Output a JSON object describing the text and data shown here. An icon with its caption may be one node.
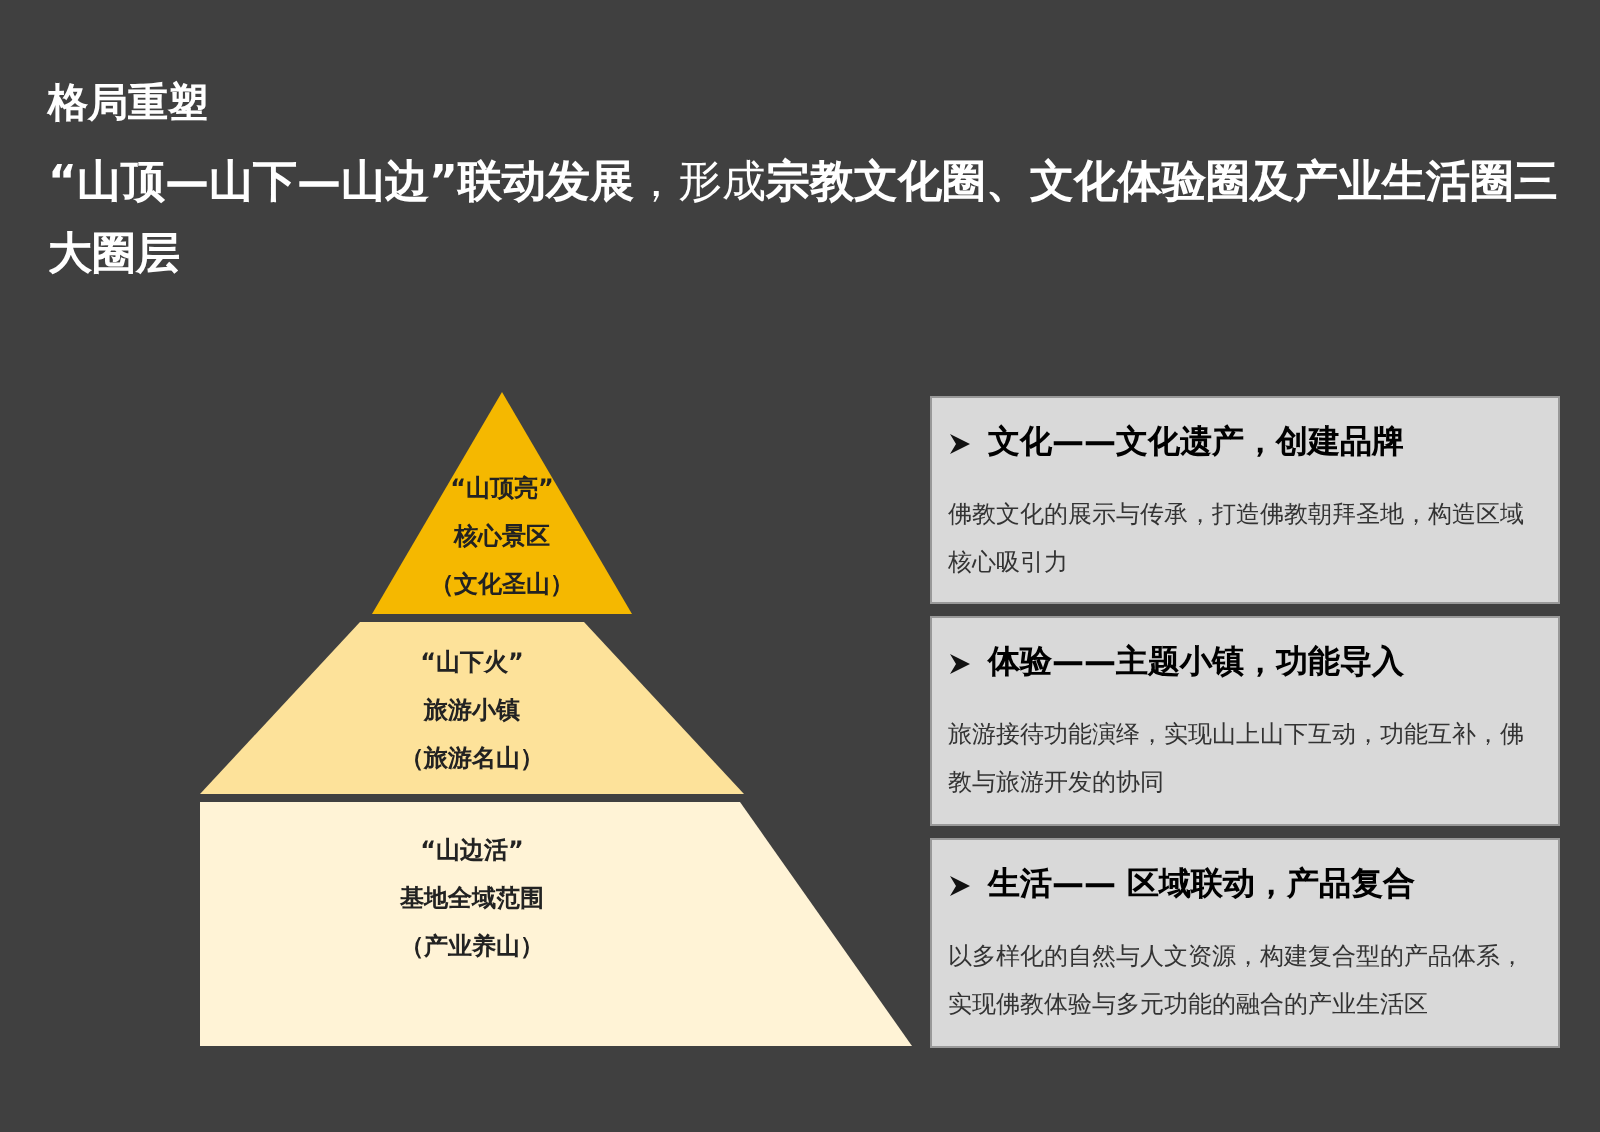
{
  "diagram": {
    "title": "格局重塑",
    "nodes": [
      {
        "text": [
          "“山顶亮”",
          "核心景区",
          "（文化圣山）"
        ]
      },
      {
        "text": [
          "“山下火”",
          "旅游小镇",
          "（旅游名山）"
        ]
      },
      {
        "text": [
          "“山边活”",
          "基地全域范围",
          "（产业养山）"
        ]
      },
      {
        "text": [
          "文化——文化遗产，创建品牌",
          "佛教文化的展示与传承，打造佛教朝拜圣地，构造区域核心吸引力"
        ]
      },
      {
        "text": [
          "体验——主题小镇，功能导入",
          "旅游接待功能演绎，实现山上山下互动，功能互补，佛教与旅游开发的协同"
        ]
      },
      {
        "text": [
          "生活—— 区域联动，产品复合",
          "以多样化的自然与人文资源，构建复合型的产品体系，实现佛教体验与多元功能的融合的产业生活区"
        ]
      }
    ],
    "labels": [
      "**“山顶—山下—山边”联动发展**，形成**宗教文化圈、文化体验圈及产业生活圈三大圈层**"
    ]
  }
}
